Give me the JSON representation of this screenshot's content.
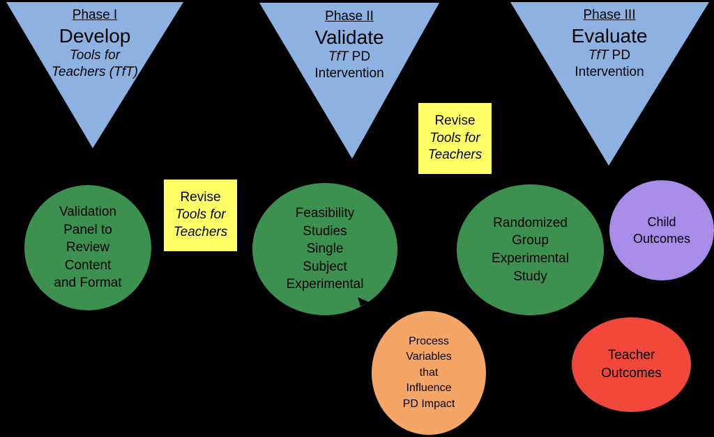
{
  "colors": {
    "background": "#000000",
    "triangle_blue": "#8DB2E2",
    "circle_green": "#3D9150",
    "box_yellow": "#FFFF66",
    "ellipse_orange": "#F5A566",
    "circle_purple": "#A78CE8",
    "ellipse_red": "#F0493C",
    "text": "#000000"
  },
  "phases": [
    {
      "label": "Phase I",
      "title": "Develop",
      "sub_italic": "Tools for",
      "sub_rest": "",
      "sub_line2": "Teachers (TfT)"
    },
    {
      "label": "Phase II",
      "title": "Validate",
      "sub_italic": "TfT",
      "sub_rest": " PD",
      "sub_line2": "Intervention"
    },
    {
      "label": "Phase III",
      "title": "Evaluate",
      "sub_italic": "TfT",
      "sub_rest": " PD",
      "sub_line2": "Intervention"
    }
  ],
  "revise_boxes": [
    {
      "line1": "Revise",
      "lines_italic": [
        "Tools for",
        "Teachers"
      ]
    },
    {
      "line1": "Revise",
      "lines_italic": [
        "Tools for",
        "Teachers"
      ]
    }
  ],
  "nodes": {
    "validation_panel": {
      "lines": [
        "Validation",
        "Panel to",
        "Review",
        "Content",
        "and Format"
      ]
    },
    "feasibility": {
      "lines": [
        "Feasibility",
        "Studies",
        "Single",
        "Subject",
        "Experimental"
      ]
    },
    "randomized": {
      "lines": [
        "Randomized",
        "Group",
        "Experimental",
        "Study"
      ]
    },
    "child_outcomes": {
      "lines": [
        "Child",
        "Outcomes"
      ]
    },
    "process_variables": {
      "lines": [
        "Process",
        "Variables",
        "that",
        "Influence",
        "PD Impact"
      ]
    },
    "teacher_outcomes": {
      "lines": [
        "Teacher",
        "Outcomes"
      ]
    }
  }
}
